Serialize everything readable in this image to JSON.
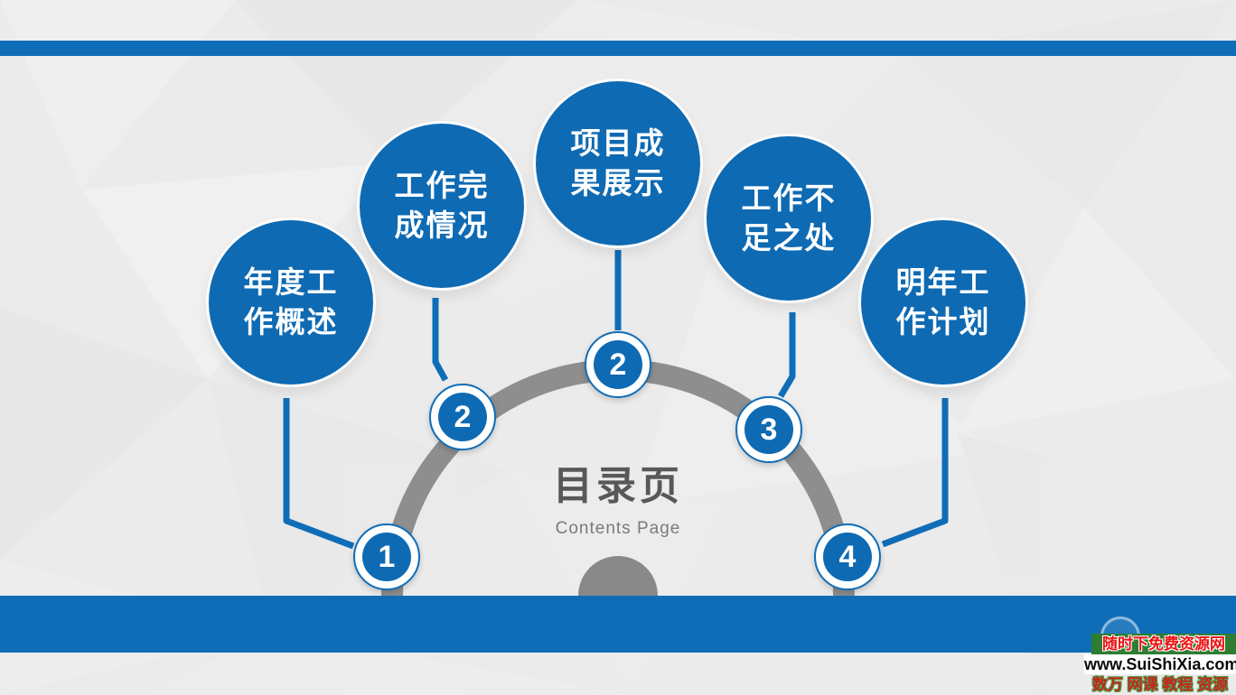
{
  "slide": {
    "title": "目录页",
    "subtitle": "Contents Page"
  },
  "topics": [
    {
      "badge": "1",
      "line1": "年度工",
      "line2": "作概述"
    },
    {
      "badge": "2",
      "line1": "工作完",
      "line2": "成情况"
    },
    {
      "badge": "2",
      "line1": "项目成",
      "line2": "果展示"
    },
    {
      "badge": "3",
      "line1": "工作不",
      "line2": "足之处"
    },
    {
      "badge": "4",
      "line1": "明年工",
      "line2": "作计划"
    }
  ],
  "watermark": {
    "line1": "随时下免费资源网",
    "line2": "www.SuiShiXia.com",
    "line3": "数万 网课 教程 资源"
  },
  "colors": {
    "accent_blue": "#0f6db8",
    "circle_blue": "#0e6ab3",
    "arc_gray": "#8e8e8e",
    "title_gray": "#585858",
    "watermark_green": "#2e7d33",
    "watermark_red": "#ee1111",
    "background": "#ebebeb"
  }
}
